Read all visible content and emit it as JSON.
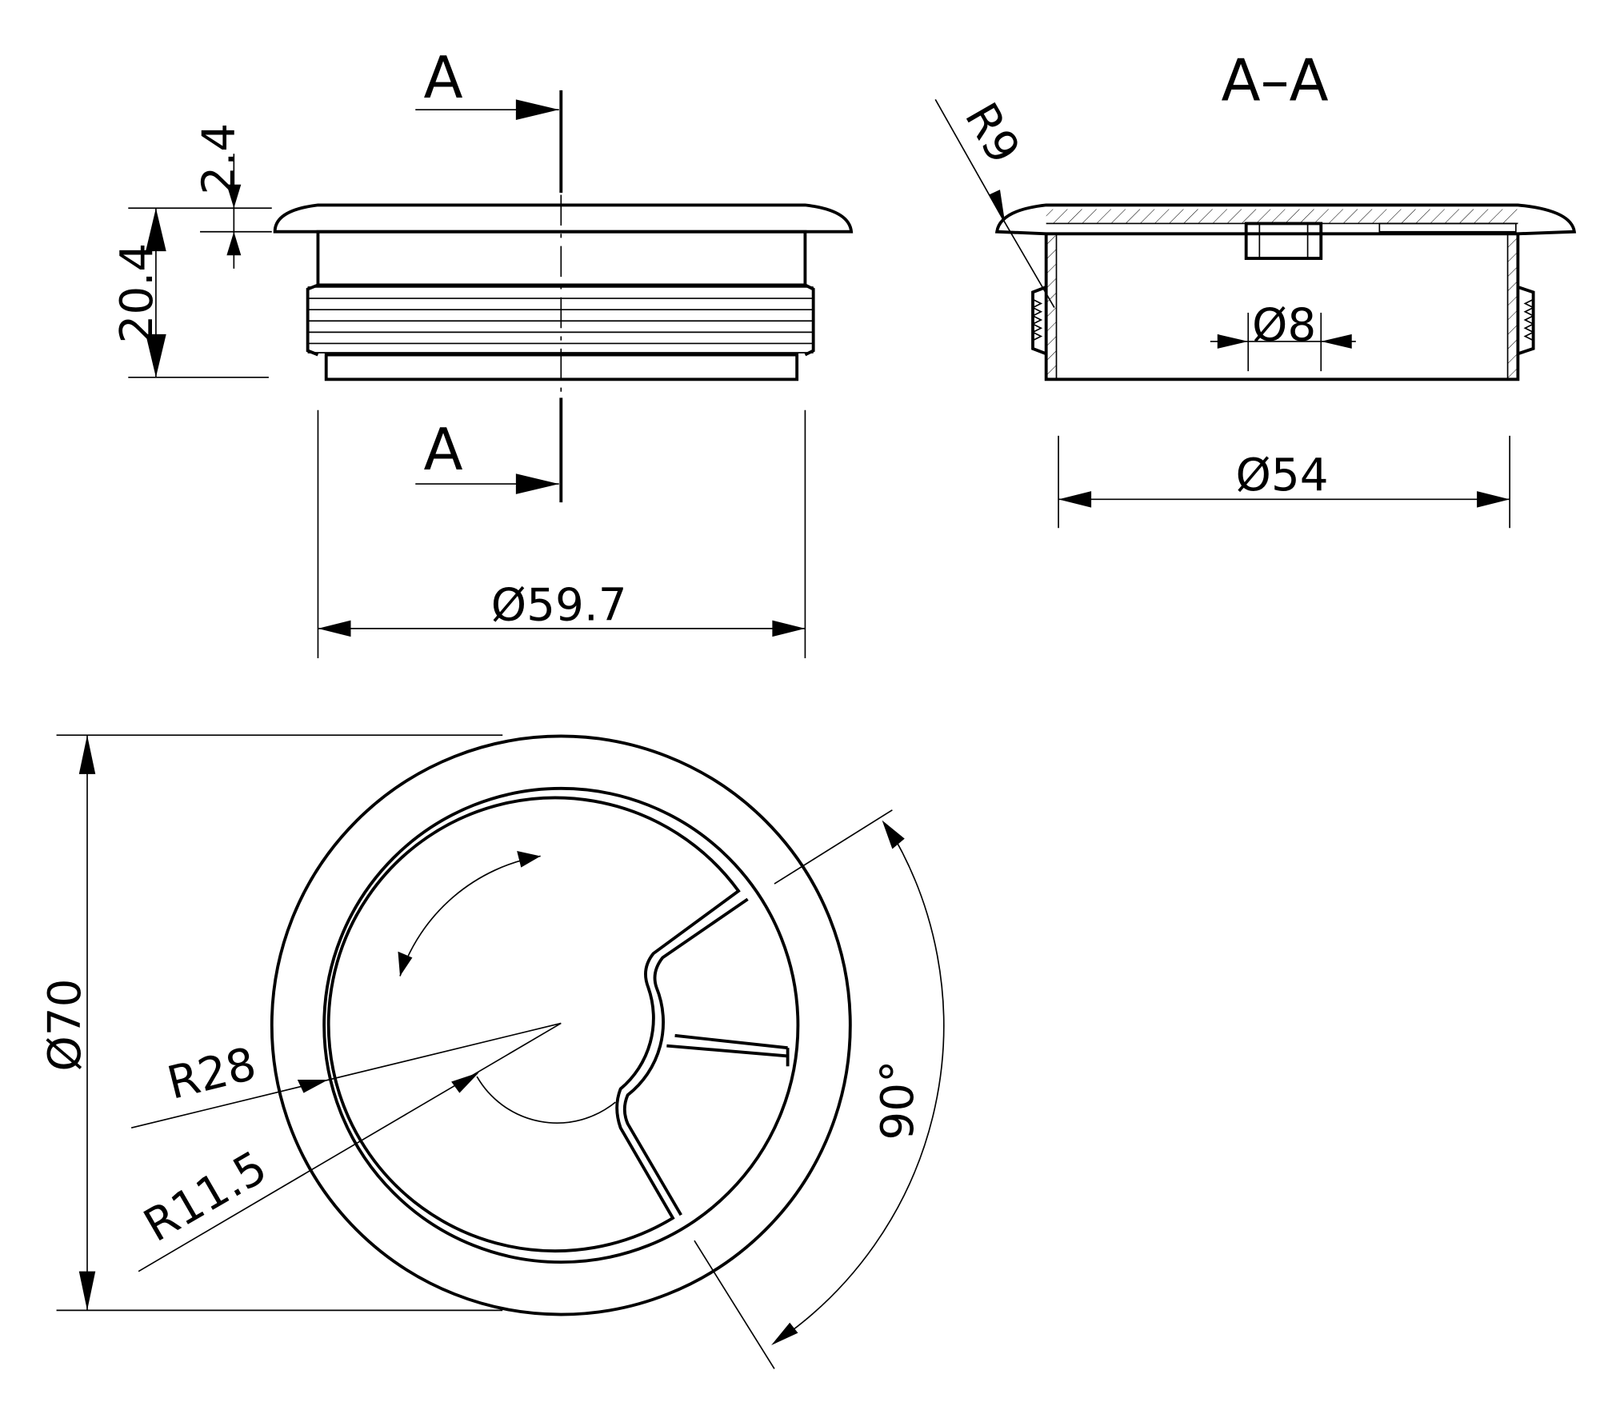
{
  "front_view": {
    "section_mark_top": "A",
    "section_mark_bottom": "A",
    "dim_height": "20.4",
    "dim_flange": "2.4",
    "dim_diameter": "Ø59.7"
  },
  "section_view": {
    "title": "A–A",
    "dim_radius": "R9",
    "dim_hole": "Ø8",
    "dim_diameter": "Ø54"
  },
  "top_view": {
    "dim_outer": "Ø70",
    "dim_r28": "R28",
    "dim_r11": "R11.5",
    "dim_angle": "90°"
  }
}
